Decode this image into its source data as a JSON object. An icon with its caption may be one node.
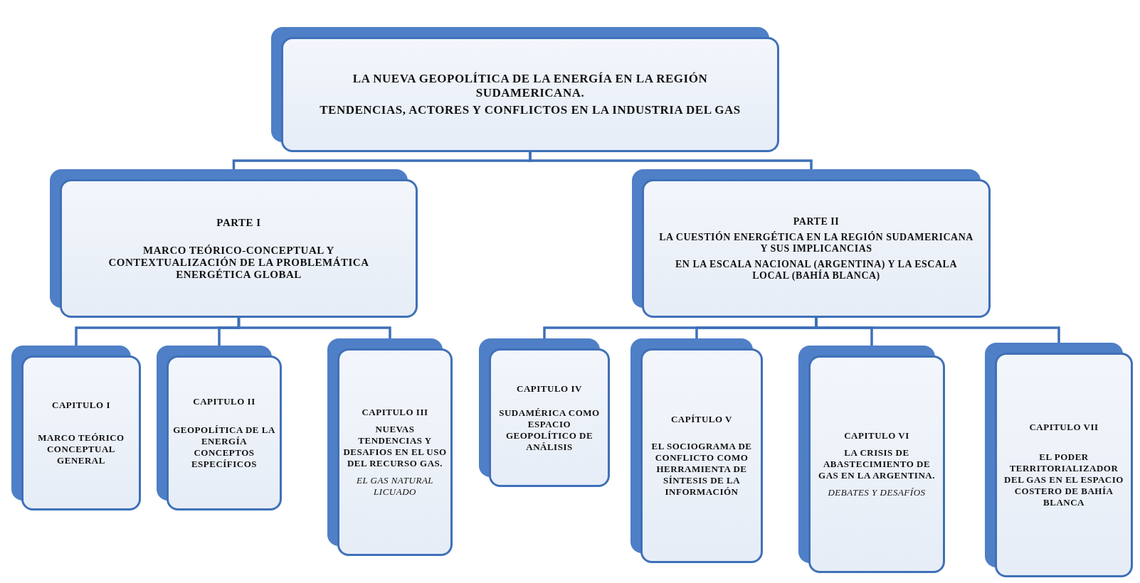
{
  "diagram": {
    "nodes": [
      {
        "text": [
          "LA NUEVA GEOPOLÍTICA DE LA ENERGÍA EN LA REGIÓN SUDAMERICANA.",
          "TENDENCIAS, ACTORES Y CONFLICTOS EN LA INDUSTRIA DEL GAS"
        ]
      },
      {
        "text": [
          "PARTE I",
          "MARCO TEÓRICO-CONCEPTUAL Y CONTEXTUALIZACIÓN DE LA PROBLEMÁTICA ENERGÉTICA GLOBAL"
        ]
      },
      {
        "text": [
          "PARTE II",
          "LA CUESTIÓN ENERGÉTICA EN LA REGIÓN SUDAMERICANA Y SUS IMPLICANCIAS",
          "EN LA ESCALA NACIONAL (ARGENTINA) Y LA ESCALA LOCAL (BAHÍA BLANCA)"
        ]
      },
      {
        "text": [
          "CAPITULO I",
          "MARCO TEÓRICO CONCEPTUAL GENERAL"
        ]
      },
      {
        "text": [
          "CAPITULO II",
          "GEOPOLÍTICA DE LA ENERGÍA CONCEPTOS ESPECÍFICOS"
        ]
      },
      {
        "text": [
          "CAPITULO III",
          "NUEVAS TENDENCIAS Y DESAFIOS EN EL USO DEL RECURSO GAS.",
          "EL GAS NATURAL LICUADO"
        ]
      },
      {
        "text": [
          "CAPITULO IV",
          "SUDAMÉRICA COMO ESPACIO GEOPOLÍTICO DE ANÁLISIS"
        ]
      },
      {
        "text": [
          "CAPÍTULO V",
          "EL SOCIOGRAMA DE CONFLICTO COMO HERRAMIENTA DE SÍNTESIS DE LA INFORMACIÓN"
        ]
      },
      {
        "text": [
          "CAPITULO VI",
          "LA CRISIS DE ABASTECIMIENTO DE GAS EN LA ARGENTINA.",
          "DEBATES Y DESAFÍOS"
        ]
      },
      {
        "text": [
          "CAPITULO VII",
          "EL PODER TERRITORIALIZADOR DEL GAS EN EL ESPACIO COSTERO DE BAHÍA BLANCA"
        ]
      }
    ],
    "edges": [
      {
        "from": 0,
        "to": 1,
        "arrow": "none"
      },
      {
        "from": 0,
        "to": 2,
        "arrow": "none"
      },
      {
        "from": 1,
        "to": 3,
        "arrow": "none"
      },
      {
        "from": 1,
        "to": 4,
        "arrow": "none"
      },
      {
        "from": 1,
        "to": 5,
        "arrow": "none"
      },
      {
        "from": 2,
        "to": 6,
        "arrow": "none"
      },
      {
        "from": 2,
        "to": 7,
        "arrow": "none"
      },
      {
        "from": 2,
        "to": 8,
        "arrow": "none"
      },
      {
        "from": 2,
        "to": 9,
        "arrow": "none"
      }
    ]
  }
}
